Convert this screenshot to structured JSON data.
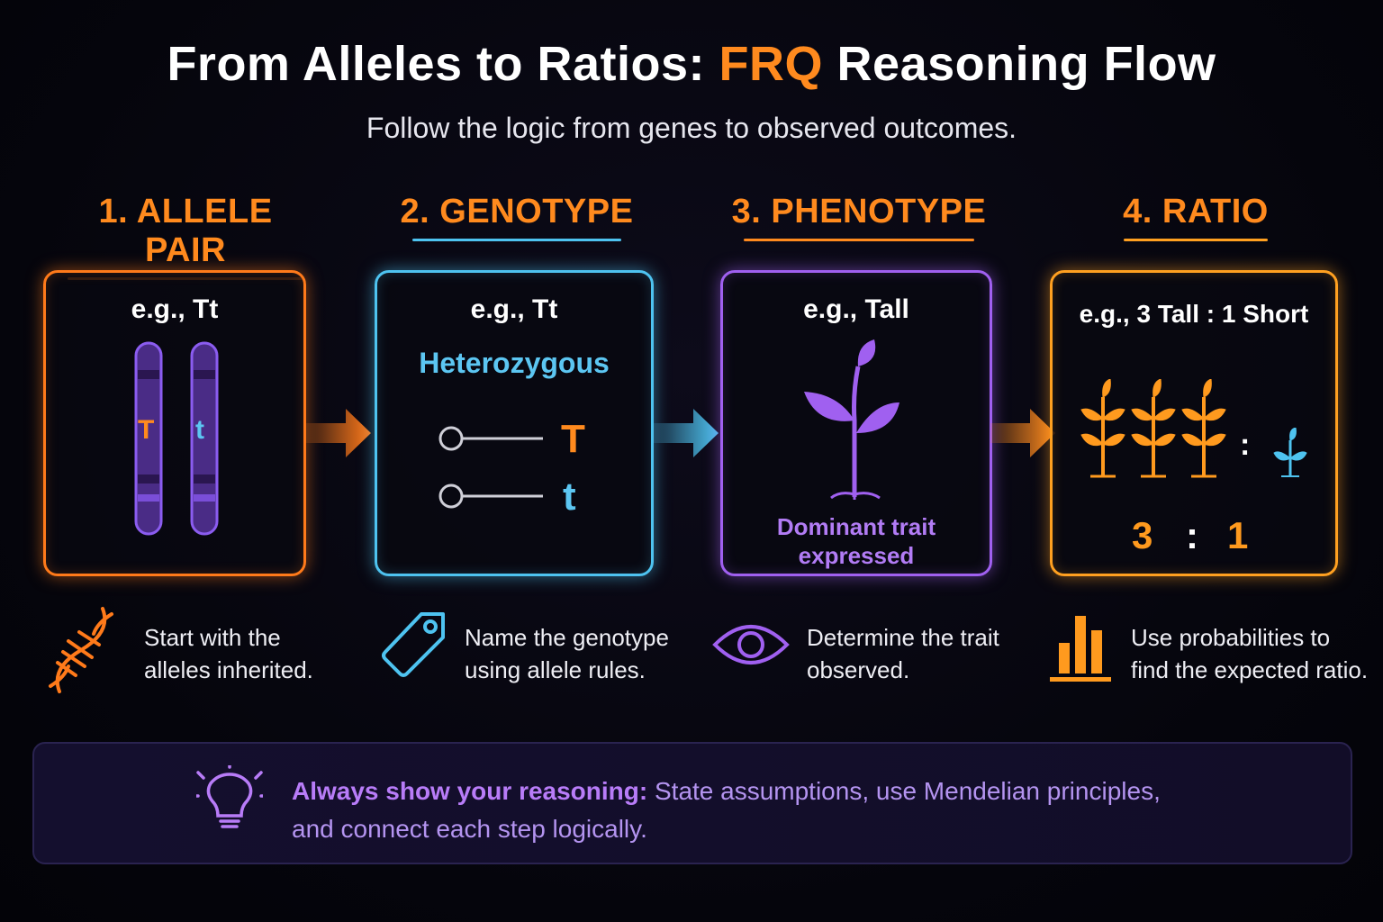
{
  "header": {
    "title_part1": "From Alleles to Ratios: ",
    "title_accent": "FRQ",
    "title_part2": " Reasoning Flow",
    "subtitle": "Follow the logic from genes to observed outcomes."
  },
  "steps": [
    {
      "heading": "1. ALLELE PAIR",
      "example": "e.g., Tt",
      "allele_left": "T",
      "allele_right": "t",
      "description_line1": "Start with the",
      "description_line2": "alleles inherited.",
      "icon": "dna-icon"
    },
    {
      "heading": "2. GENOTYPE",
      "example": "e.g., Tt",
      "label": "Heterozygous",
      "allele_top": "T",
      "allele_bottom": "t",
      "description_line1": "Name the genotype",
      "description_line2": "using allele rules.",
      "icon": "tag-icon"
    },
    {
      "heading": "3. PHENOTYPE",
      "example": "e.g., Tall",
      "trait_line1": "Dominant trait",
      "trait_line2": "expressed",
      "description_line1": "Determine the trait",
      "description_line2": "observed.",
      "icon": "eye-icon"
    },
    {
      "heading": "4. RATIO",
      "example": "e.g., 3 Tall : 1 Short",
      "ratio_left": "3",
      "ratio_sep": ":",
      "ratio_right": "1",
      "plant_sep": ":",
      "description_line1": "Use probabilities to",
      "description_line2": "find the expected ratio.",
      "icon": "bar-chart-icon"
    }
  ],
  "tip": {
    "bold": "Always show your reasoning:",
    "text": " State assumptions, use Mendelian principles,",
    "text_line2": "and connect each step logically.",
    "icon": "lightbulb-icon"
  },
  "colors": {
    "orange": "#ff8a1e",
    "blue": "#4ec3f0",
    "purple": "#a060f0",
    "amber": "#ffa020"
  }
}
